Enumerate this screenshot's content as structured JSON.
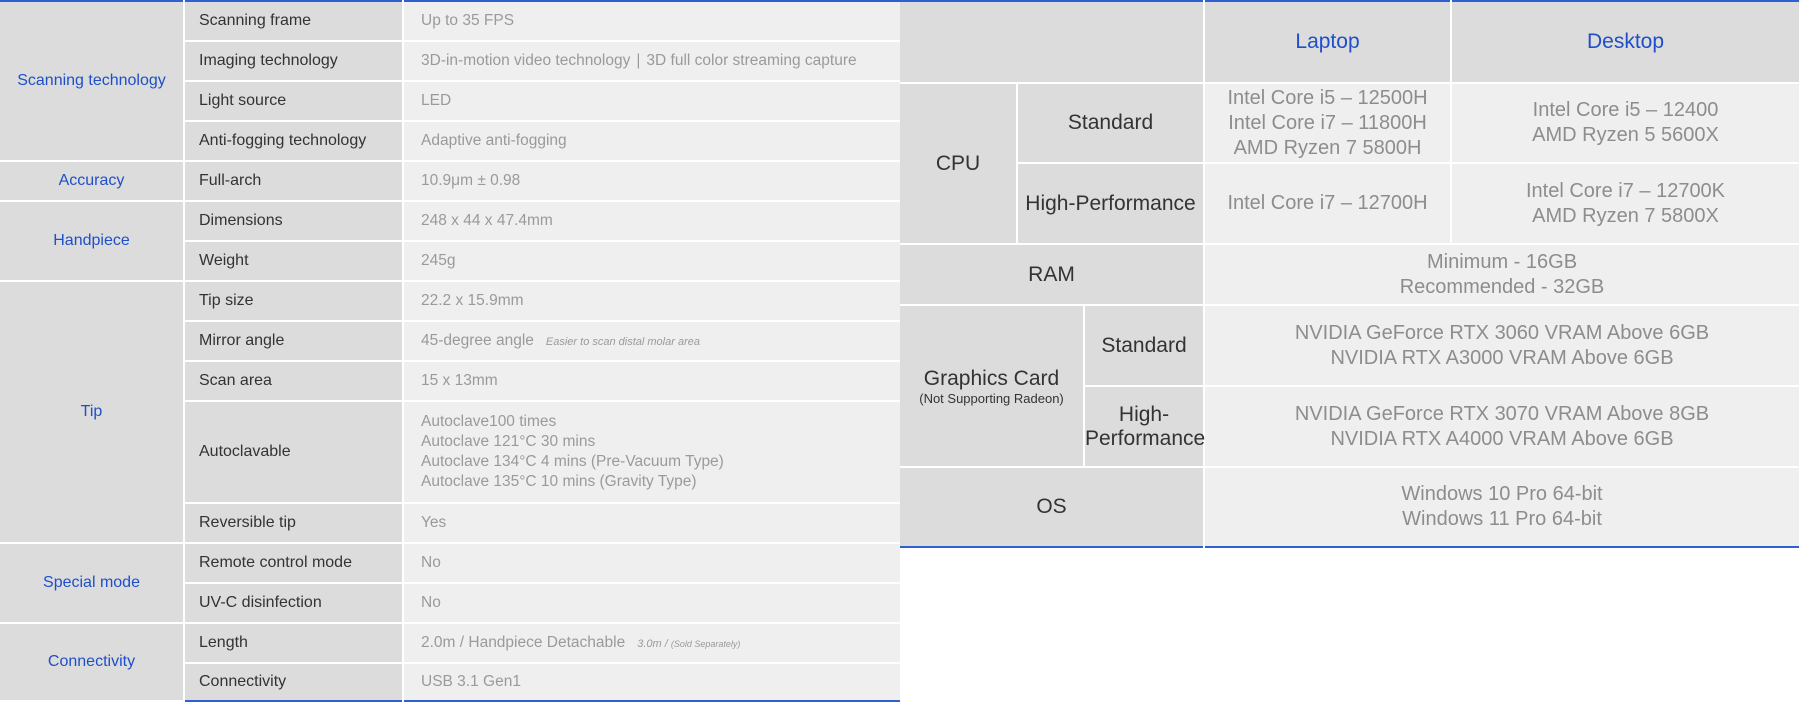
{
  "spec": {
    "groups": [
      {
        "category": "Scanning technology",
        "rows": [
          {
            "attr": "Scanning frame",
            "value": "Up to 35 FPS"
          },
          {
            "attr": "Imaging technology",
            "value_a": "3D-in-motion video technology",
            "sep": "|",
            "value_b": "3D full color streaming capture"
          },
          {
            "attr": "Light source",
            "value": "LED"
          },
          {
            "attr": "Anti-fogging technology",
            "value": "Adaptive anti-fogging"
          }
        ]
      },
      {
        "category": "Accuracy",
        "rows": [
          {
            "attr": "Full-arch",
            "value": "10.9μm ± 0.98"
          }
        ]
      },
      {
        "category": "Handpiece",
        "rows": [
          {
            "attr": "Dimensions",
            "value": "248 x 44 x 47.4mm"
          },
          {
            "attr": "Weight",
            "value": "245g"
          }
        ]
      },
      {
        "category": "Tip",
        "rows": [
          {
            "attr": "Tip size",
            "value": "22.2 x 15.9mm"
          },
          {
            "attr": "Mirror angle",
            "value": "45-degree angle",
            "note": "Easier to scan distal molar area"
          },
          {
            "attr": "Scan area",
            "value": "15 x 13mm"
          },
          {
            "attr": "Autoclavable",
            "lines": [
              "Autoclave100 times",
              "Autoclave 121°C  30 mins",
              "Autoclave 134°C  4 mins (Pre-Vacuum Type)",
              "Autoclave 135°C  10 mins (Gravity Type)"
            ]
          },
          {
            "attr": "Reversible tip",
            "value": "Yes"
          }
        ]
      },
      {
        "category": "Special mode",
        "rows": [
          {
            "attr": "Remote control mode",
            "value": "No"
          },
          {
            "attr": "UV-C disinfection",
            "value": "No"
          }
        ]
      },
      {
        "category": "Connectivity",
        "rows": [
          {
            "attr": "Length",
            "value": "2.0m / Handpiece Detachable",
            "note": "3.0m / ",
            "note_small": "(Sold Separately)"
          },
          {
            "attr": "Connectivity",
            "value": "USB 3.1 Gen1"
          }
        ]
      }
    ]
  },
  "req": {
    "headers": {
      "laptop": "Laptop",
      "desktop": "Desktop"
    },
    "cpu": {
      "label": "CPU",
      "standard": {
        "label": "Standard",
        "laptop": [
          "Intel Core i5 – 12500H",
          "Intel Core i7 – 11800H",
          "AMD Ryzen 7  5800H"
        ],
        "desktop": [
          "Intel Core i5 – 12400",
          "AMD Ryzen 5 5600X"
        ]
      },
      "high": {
        "label": "High-Performance",
        "laptop": [
          "Intel Core i7 – 12700H"
        ],
        "desktop": [
          "Intel Core i7 – 12700K",
          "AMD Ryzen 7 5800X"
        ]
      }
    },
    "ram": {
      "label": "RAM",
      "values": [
        "Minimum - 16GB",
        "Recommended - 32GB"
      ]
    },
    "gpu": {
      "label": "Graphics Card",
      "note": "(Not Supporting Radeon)",
      "standard": {
        "label": "Standard",
        "values": [
          "NVIDIA GeForce RTX 3060 VRAM Above 6GB",
          "NVIDIA RTX A3000 VRAM Above 6GB"
        ]
      },
      "high": {
        "label": "High-Performance",
        "values": [
          "NVIDIA GeForce RTX 3070 VRAM Above 8GB",
          "NVIDIA RTX A4000 VRAM Above 6GB"
        ]
      }
    },
    "os": {
      "label": "OS",
      "values": [
        "Windows 10 Pro 64-bit",
        "Windows 11 Pro 64-bit"
      ]
    }
  },
  "colors": {
    "accent": "#1f4fc8",
    "rule": "#2f5fd0",
    "cell_dark": "#dcdcdc",
    "cell_light": "#efefef"
  }
}
